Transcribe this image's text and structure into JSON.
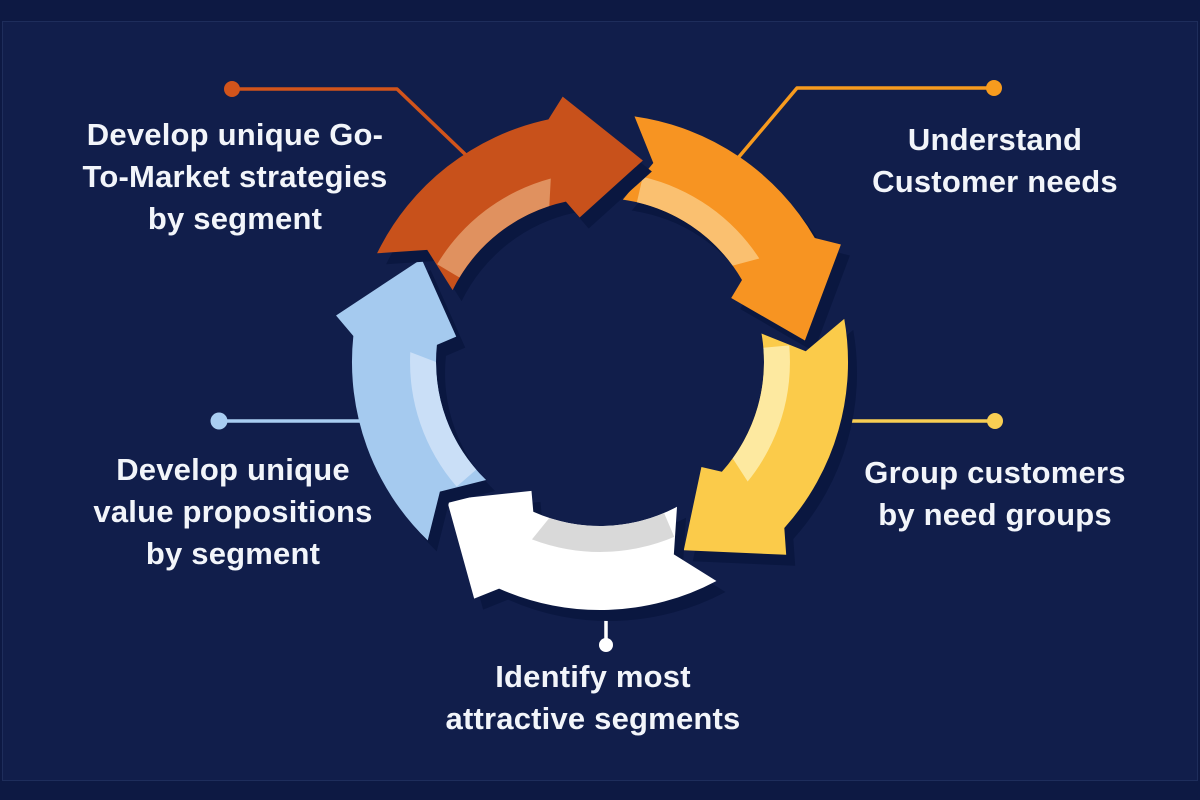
{
  "background": {
    "outer_color": "#0d1943",
    "panel_color": "#111e4b",
    "frame_line_color": "#1e2d5b"
  },
  "cycle": {
    "type": "circular-process",
    "direction": "clockwise",
    "shadow_color": "#0a1740",
    "text_color": "#f2f5fa",
    "steps": [
      {
        "id": "understand-customer-needs",
        "label": "Understand\nCustomer needs",
        "arrow_color": "#f79422",
        "band_color": "#fac070",
        "leader_color": "#f79b1e"
      },
      {
        "id": "group-customers-by-need-groups",
        "label": "Group customers\nby need groups",
        "arrow_color": "#fbcb4a",
        "band_color": "#fde9a0",
        "leader_color": "#f8ce53"
      },
      {
        "id": "identify-most-attractive-segments",
        "label": "Identify most\nattractive segments",
        "arrow_color": "#ffffff",
        "band_color": "#d9d9d9",
        "leader_color": "#ffffff"
      },
      {
        "id": "develop-unique-value-propositions",
        "label": "Develop unique\nvalue propositions\nby segment",
        "arrow_color": "#a5caef",
        "band_color": "#cadff7",
        "leader_color": "#a9cdf1"
      },
      {
        "id": "develop-go-to-market-strategies",
        "label": "Develop unique Go-\nTo-Market strategies\nby segment",
        "arrow_color": "#c8511b",
        "band_color": "#e0915f",
        "leader_color": "#d2541b"
      }
    ]
  }
}
